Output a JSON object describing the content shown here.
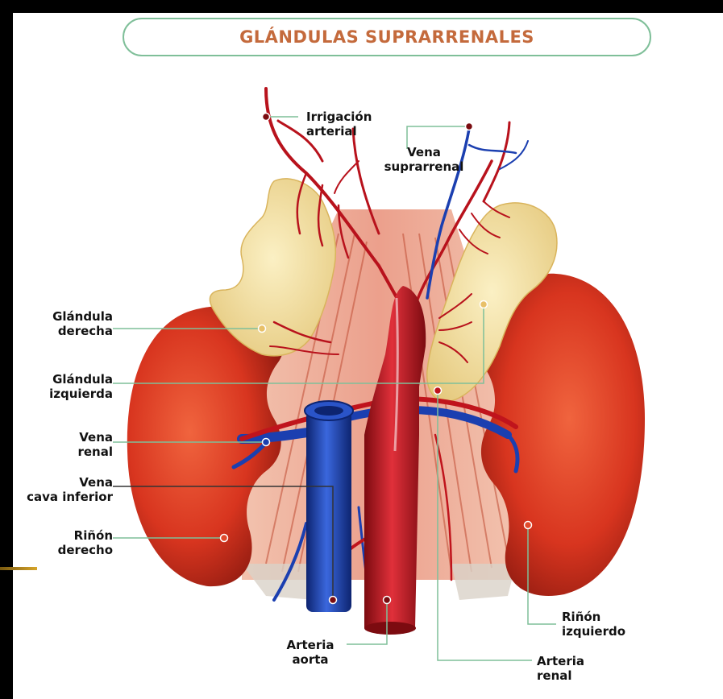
{
  "title": "GLÁNDULAS SUPRARRENALES",
  "labels": {
    "irrigacion": [
      "Irrigación",
      "arterial"
    ],
    "vena_suprarrenal": [
      "Vena",
      "suprarrenal"
    ],
    "glandula_derecha": [
      "Glándula",
      "derecha"
    ],
    "glandula_izquierda": [
      "Glándula",
      "izquierda"
    ],
    "vena_renal": [
      "Vena",
      "renal"
    ],
    "vena_cava": [
      "Vena",
      "cava inferior"
    ],
    "rinon_derecho": [
      "Riñón",
      "derecho"
    ],
    "arteria_aorta": [
      "Arteria",
      "aorta"
    ],
    "rinon_izquierdo": [
      "Riñón",
      "izquierdo"
    ],
    "arteria_renal": [
      "Arteria",
      "renal"
    ]
  },
  "colors": {
    "title": "#c46a3c",
    "leader_line": "#7fbf99",
    "kidney": "#d8351f",
    "gland": "#f0dc9a",
    "artery": "#c0141c",
    "vein": "#1b3fb0"
  }
}
